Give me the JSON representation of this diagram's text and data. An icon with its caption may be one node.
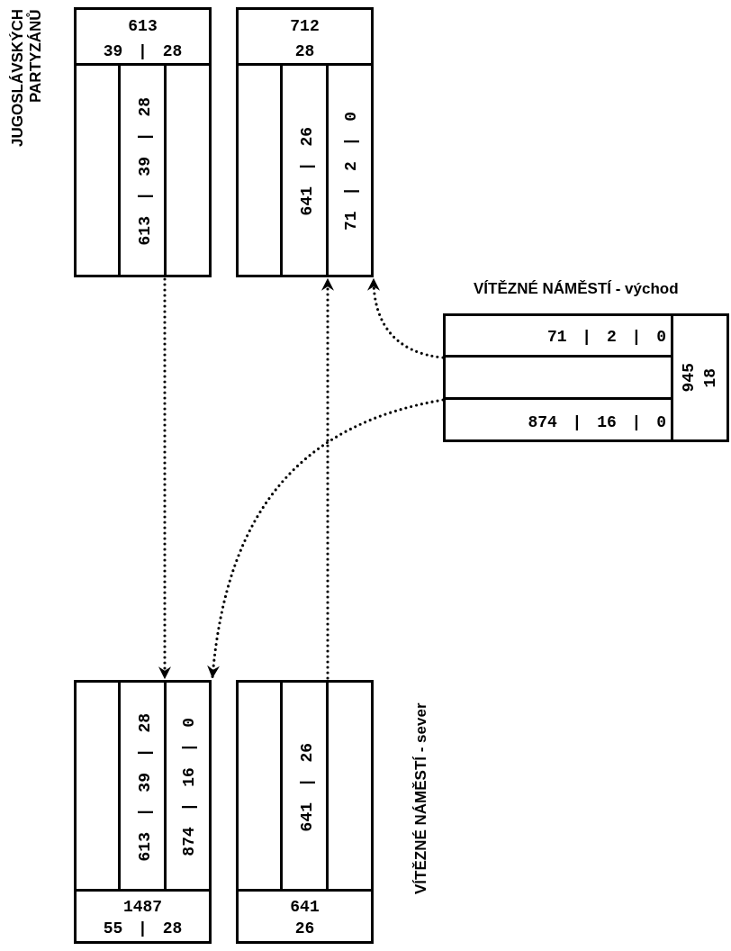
{
  "diagram": {
    "nodes": [
      {
        "text": [
          "613",
          "39 | 28",
          "613 | 39 | 28"
        ]
      },
      {
        "text": [
          "712",
          "28",
          "641 | 26",
          "71 | 2 | 0"
        ]
      },
      {
        "text": [
          "71 | 2 | 0",
          "874 | 16 | 0",
          "945",
          "18"
        ]
      },
      {
        "text": [
          "613 | 39 | 28",
          "874 | 16 | 0",
          "1487",
          "55 | 28"
        ]
      },
      {
        "text": [
          "641 | 26",
          "641",
          "26"
        ]
      }
    ],
    "edges": [
      {
        "from": 0,
        "to": 3,
        "arrow": "to",
        "style": "dashed"
      },
      {
        "from": 4,
        "to": 1,
        "arrow": "to",
        "style": "dashed"
      },
      {
        "from": 2,
        "to": 1,
        "arrow": "to",
        "style": "dashed"
      },
      {
        "from": 2,
        "to": 3,
        "arrow": "to",
        "style": "dashed"
      }
    ],
    "labels": [
      "JUGOSLÁVSKÝCH PARTYZÁNŮ",
      "VÍTĚZNÉ NÁMĚSTÍ - východ",
      "VÍTĚZNÉ NÁMĚSTÍ - sever"
    ]
  }
}
